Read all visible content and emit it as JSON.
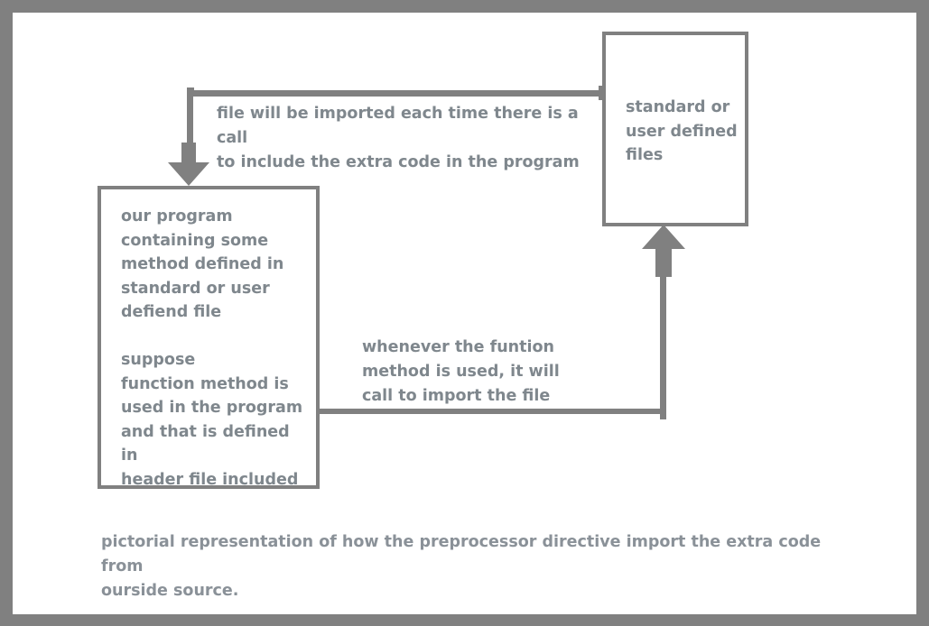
{
  "diagram": {
    "title": "preprocessor directive include diagram",
    "colors": {
      "frame": "#808080",
      "line": "#808080",
      "box_border": "#808080",
      "text": "#7f878d",
      "caption_text": "#8a9198",
      "background": "#ffffff"
    },
    "boxes": [
      {
        "id": "program",
        "name": "our-program-box",
        "text": "our program\ncontaining some\nmethod defined in\nstandard or user\ndefiend file\n\nsuppose\n function method is\nused in the program\nand that is defined in\nheader file included"
      },
      {
        "id": "files",
        "name": "standard-or-user-defined-files-box",
        "text": "standard or\nuser defined\nfiles"
      }
    ],
    "labels": {
      "import_note": "file will be imported each time there is a call\nto include the extra code in the program",
      "call_note": "whenever the funtion\nmethod is used, it will\ncall to import the file"
    },
    "caption": "pictorial representation of how the preprocessor directive import the extra code from\nourside source.",
    "arrows": [
      {
        "id": "import-arrow",
        "name": "import-flow-arrow-down",
        "from": "standard or user defined files",
        "to": "our program",
        "direction": "down"
      },
      {
        "id": "call-arrow",
        "name": "call-flow-arrow-up",
        "from": "our program",
        "to": "standard or user defined files",
        "direction": "up"
      }
    ]
  }
}
